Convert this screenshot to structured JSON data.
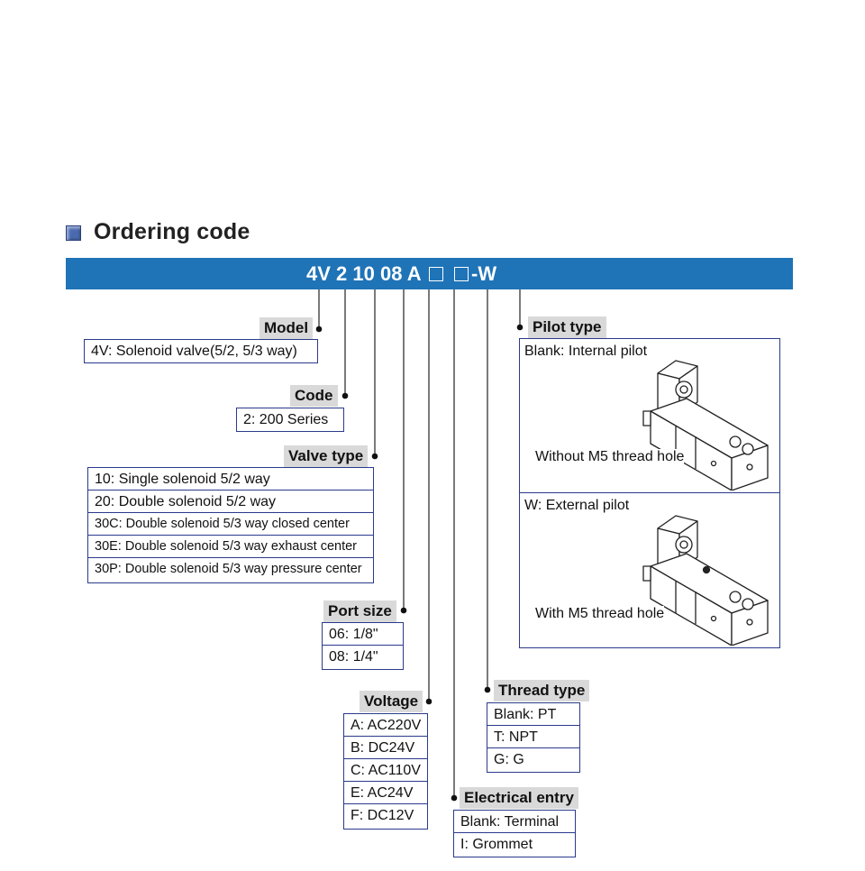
{
  "title": "Ordering code",
  "code_string": {
    "prefix": "4V 2 10 08 A",
    "suffix": "-W"
  },
  "model": {
    "label": "Model",
    "options": [
      "4V: Solenoid valve(5/2, 5/3 way)"
    ]
  },
  "code": {
    "label": "Code",
    "options": [
      "2: 200 Series"
    ]
  },
  "valve_type": {
    "label": "Valve type",
    "options": [
      "10: Single solenoid 5/2 way",
      "20: Double solenoid 5/2 way",
      "30C: Double solenoid 5/3 way closed center",
      "30E: Double solenoid 5/3 way exhaust center",
      "30P: Double solenoid 5/3 way pressure center"
    ]
  },
  "port_size": {
    "label": "Port size",
    "options": [
      "06: 1/8\"",
      "08: 1/4\""
    ]
  },
  "voltage": {
    "label": "Voltage",
    "options": [
      "A: AC220V",
      "B: DC24V",
      "C: AC110V",
      "E: AC24V",
      "F: DC12V"
    ]
  },
  "electrical_entry": {
    "label": "Electrical entry",
    "options": [
      "Blank: Terminal",
      "I: Grommet"
    ]
  },
  "thread_type": {
    "label": "Thread type",
    "options": [
      "Blank: PT",
      "T: NPT",
      "G: G"
    ]
  },
  "pilot_type": {
    "label": "Pilot type",
    "internal": {
      "title": "Blank: Internal pilot",
      "caption": "Without M5 thread hole"
    },
    "external": {
      "title": "W: External pilot",
      "caption": "With M5 thread hole"
    }
  },
  "colors": {
    "bar": "#1f73b7",
    "border": "#2b3a8c",
    "label_bg": "#d9d9d9"
  }
}
